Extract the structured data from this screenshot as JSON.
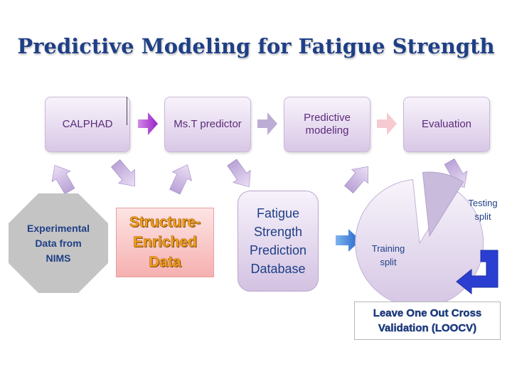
{
  "title": "Predictive Modeling for Fatigue Strength",
  "stages": [
    {
      "label": "CALPHAD"
    },
    {
      "label": "Ms.T predictor"
    },
    {
      "label_line1": "Predictive",
      "label_line2": "modeling"
    },
    {
      "label": "Evaluation"
    }
  ],
  "experimental": {
    "line1": "Experimental",
    "line2": "Data from",
    "line3": "NIMS"
  },
  "enriched": {
    "line1": "Structure-",
    "line2": "Enriched",
    "line3": "Data"
  },
  "database": {
    "line1": "Fatigue",
    "line2": "Strength",
    "line3": "Prediction",
    "line4": "Database"
  },
  "pie": {
    "training": {
      "line1": "Training",
      "line2": "split"
    },
    "testing": {
      "line1": "Testing",
      "line2": "split"
    }
  },
  "loocv": {
    "line1": "Leave One Out Cross",
    "line2": "Validation (LOOCV)"
  },
  "colors": {
    "title": "#1f3f86",
    "stage_text": "#5a2b7a",
    "right_arrow": "#b02ad6",
    "up_arrow": "#b9a3d6",
    "database_arrow": "#2e75d6",
    "loop_arrow": "#2a3fd2",
    "enriched_text": "#f4a019"
  }
}
